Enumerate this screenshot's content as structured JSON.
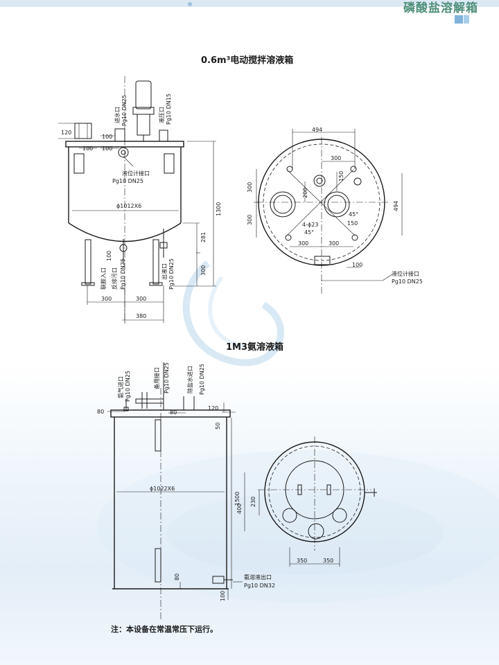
{
  "header": {
    "title": "磷酸盐溶解箱"
  },
  "tank1": {
    "title": "0.6m³电动搅拌溶液箱",
    "dims": {
      "d_120": "120",
      "d_100a": "100",
      "d_100b": "100",
      "d_100c": "100",
      "diameter": "ϕ1012X6",
      "height_1300": "1300",
      "d_281": "281",
      "d_300v": "300",
      "d_100v": "100",
      "d_300a": "300",
      "d_300b": "300",
      "d_380": "380"
    },
    "labels": {
      "inlet_water": "进水口",
      "inlet_water_spec": "Pg10 DN25",
      "liquid_inlet": "液压口",
      "liquid_inlet_spec": "Pg10 DN15",
      "level_port": "液位计接口",
      "level_port_spec": "Pg10 DN25",
      "link_inlet": "联胺入口",
      "reverse_drain": "反排污口",
      "drain_spec": "Pg10 DN25",
      "outlet": "出液口",
      "outlet_spec": "Pg10 DN25"
    }
  },
  "plan1": {
    "dims": {
      "d_494": "494",
      "d_300_top": "300",
      "d_150a": "150",
      "d_200": "200",
      "d_300_left_a": "300",
      "d_300_left_b": "300",
      "d_494_right": "494",
      "angle_45a": "45°",
      "angle_45b": "45°",
      "holes": "4-ϕ23",
      "d_150b": "150",
      "d_300_bot_a": "300",
      "d_300_bot_b": "300",
      "d_100": "100"
    },
    "labels": {
      "level_port": "液位计接口",
      "level_port_spec": "Pg10 DN25"
    }
  },
  "tank2": {
    "title": "1M3氨溶液箱",
    "dims": {
      "d_80a": "80",
      "d_80b": "80",
      "d_120": "120",
      "d_50": "50",
      "diameter": "ϕ1022X6",
      "height_1500": "1500",
      "d_80v": "80",
      "d_100v": "100"
    },
    "labels": {
      "ammonia_inlet": "氨气进口",
      "ammonia_inlet_spec": "Pg10 DN25",
      "spare_port": "备用接口",
      "spare_port_spec": "Pg10 DN25",
      "demin_water_inlet": "除盐水进口",
      "demin_water_inlet_spec": "Pg10 DN25",
      "outlet": "氨溶液出口",
      "outlet_spec": "Pg10 DN32"
    }
  },
  "plan2": {
    "dims": {
      "d_400": "400",
      "d_230": "230",
      "d_350a": "350",
      "d_350b": "350"
    }
  },
  "note": "注：本设备在常温常压下运行。",
  "colors": {
    "header_title": "#4f8f7a",
    "header_band": "#dbe9f4",
    "accent_blue": "#7fb3dc"
  }
}
